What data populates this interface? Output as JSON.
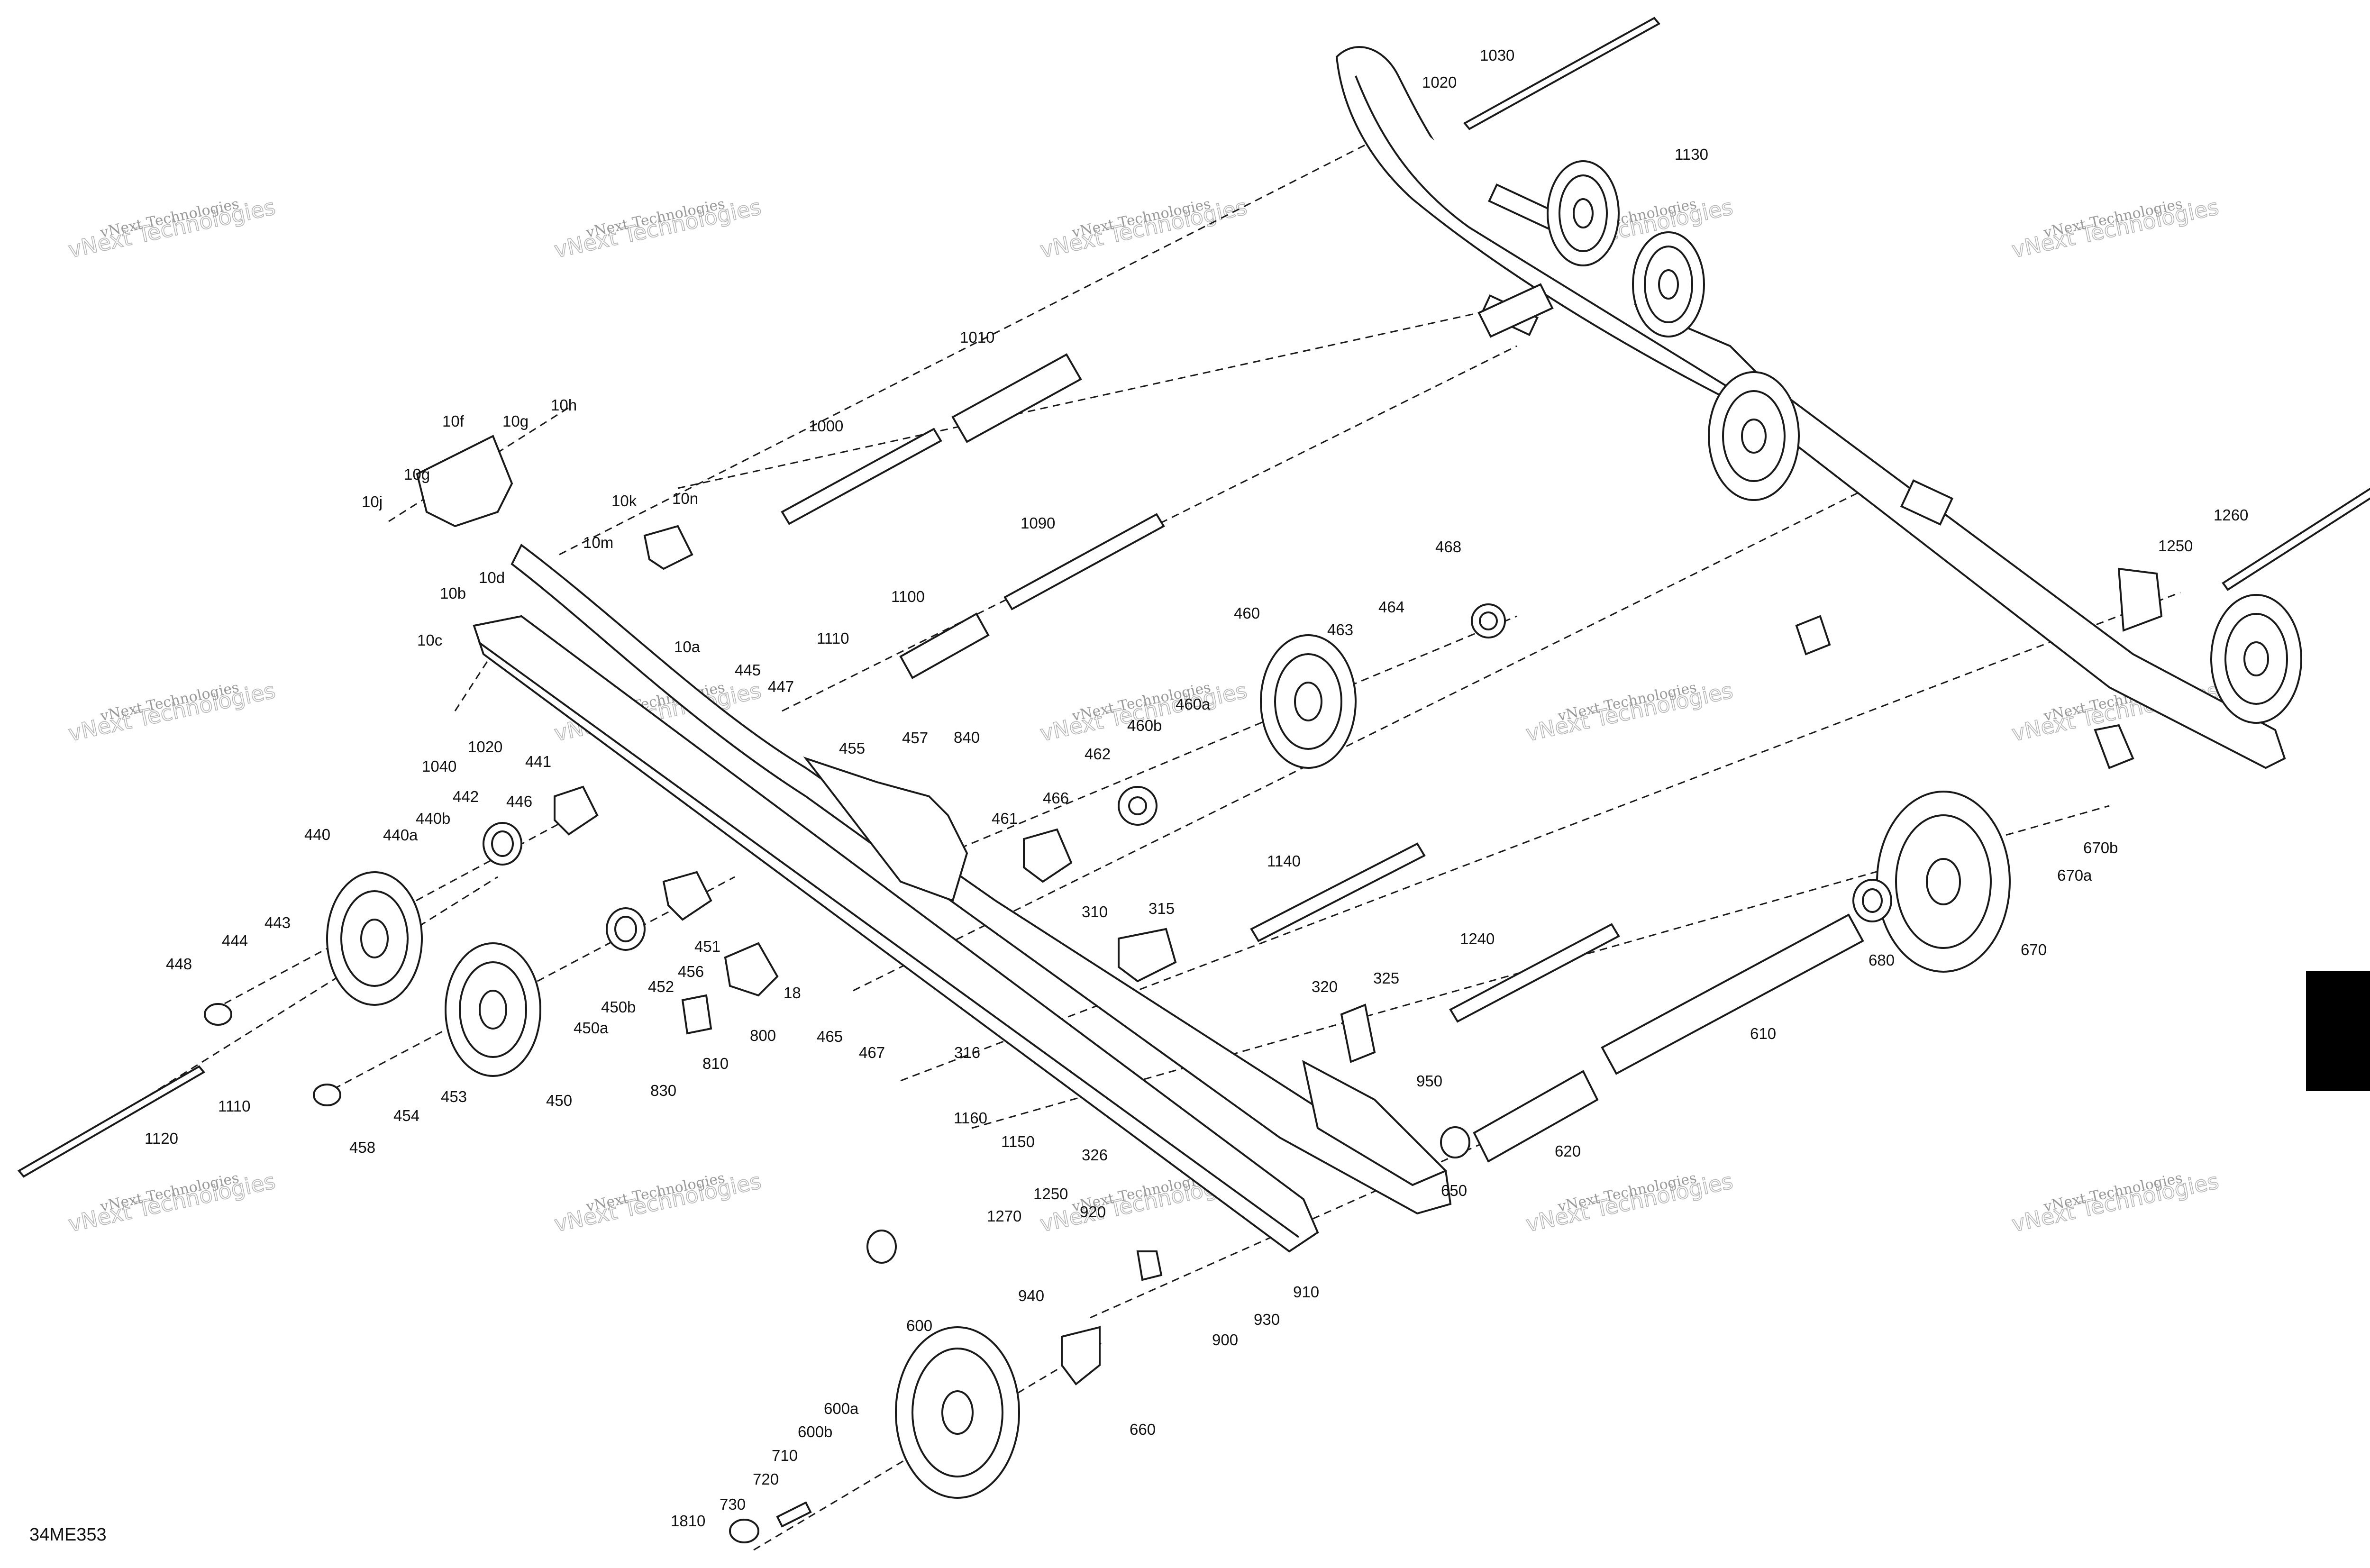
{
  "document": {
    "code": "34ME353"
  },
  "watermark": {
    "line1": "vNext Technologies",
    "line2": "vNext Technologies"
  },
  "tab_color": "#000000",
  "callouts": [
    {
      "label": "1030"
    },
    {
      "label": "1020"
    },
    {
      "label": "1130"
    },
    {
      "label": "1010"
    },
    {
      "label": "1000"
    },
    {
      "label": "1090"
    },
    {
      "label": "1100"
    },
    {
      "label": "1110"
    },
    {
      "label": "10h"
    },
    {
      "label": "10f"
    },
    {
      "label": "10g"
    },
    {
      "label": "10g"
    },
    {
      "label": "10j"
    },
    {
      "label": "10k"
    },
    {
      "label": "10n"
    },
    {
      "label": "10m"
    },
    {
      "label": "10d"
    },
    {
      "label": "10b"
    },
    {
      "label": "10c"
    },
    {
      "label": "10a"
    },
    {
      "label": "1040"
    },
    {
      "label": "1020"
    },
    {
      "label": "445"
    },
    {
      "label": "447"
    },
    {
      "label": "455"
    },
    {
      "label": "457"
    },
    {
      "label": "840"
    },
    {
      "label": "441"
    },
    {
      "label": "442"
    },
    {
      "label": "446"
    },
    {
      "label": "440b"
    },
    {
      "label": "440a"
    },
    {
      "label": "440"
    },
    {
      "label": "443"
    },
    {
      "label": "444"
    },
    {
      "label": "448"
    },
    {
      "label": "451"
    },
    {
      "label": "456"
    },
    {
      "label": "452"
    },
    {
      "label": "450b"
    },
    {
      "label": "450a"
    },
    {
      "label": "18"
    },
    {
      "label": "800"
    },
    {
      "label": "810"
    },
    {
      "label": "830"
    },
    {
      "label": "465"
    },
    {
      "label": "467"
    },
    {
      "label": "461"
    },
    {
      "label": "466"
    },
    {
      "label": "462"
    },
    {
      "label": "460b"
    },
    {
      "label": "460a"
    },
    {
      "label": "460"
    },
    {
      "label": "463"
    },
    {
      "label": "464"
    },
    {
      "label": "468"
    },
    {
      "label": "1140"
    },
    {
      "label": "310"
    },
    {
      "label": "315"
    },
    {
      "label": "320"
    },
    {
      "label": "325"
    },
    {
      "label": "1240"
    },
    {
      "label": "610"
    },
    {
      "label": "680"
    },
    {
      "label": "670"
    },
    {
      "label": "670a"
    },
    {
      "label": "670b"
    },
    {
      "label": "1250"
    },
    {
      "label": "1260"
    },
    {
      "label": "1110"
    },
    {
      "label": "1120"
    },
    {
      "label": "453"
    },
    {
      "label": "454"
    },
    {
      "label": "458"
    },
    {
      "label": "450"
    },
    {
      "label": "316"
    },
    {
      "label": "1160"
    },
    {
      "label": "1150"
    },
    {
      "label": "326"
    },
    {
      "label": "1250"
    },
    {
      "label": "1270"
    },
    {
      "label": "920"
    },
    {
      "label": "950"
    },
    {
      "label": "620"
    },
    {
      "label": "650"
    },
    {
      "label": "910"
    },
    {
      "label": "940"
    },
    {
      "label": "930"
    },
    {
      "label": "900"
    },
    {
      "label": "600"
    },
    {
      "label": "660"
    },
    {
      "label": "600a"
    },
    {
      "label": "600b"
    },
    {
      "label": "710"
    },
    {
      "label": "720"
    },
    {
      "label": "730"
    },
    {
      "label": "1810"
    }
  ]
}
